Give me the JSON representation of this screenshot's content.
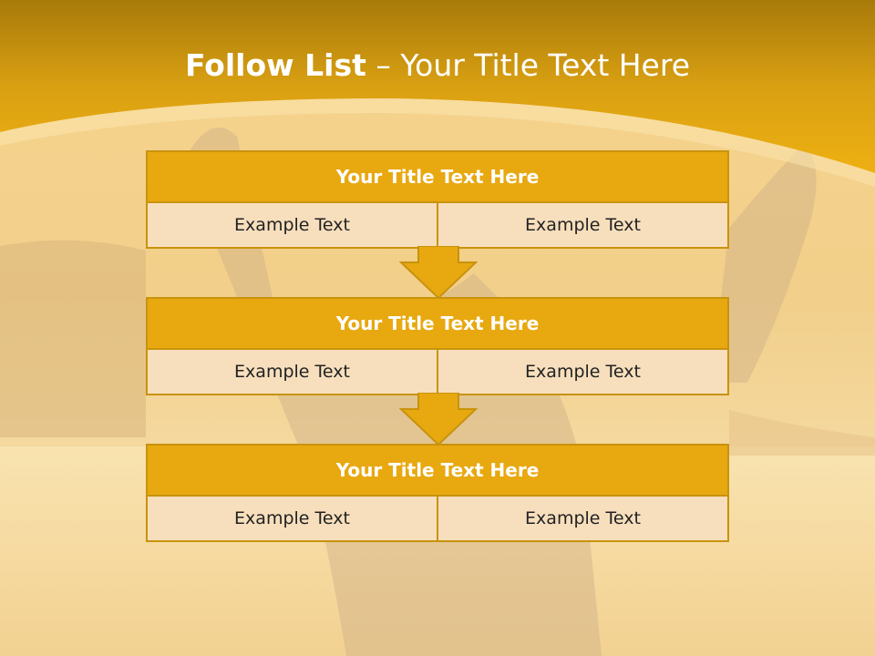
{
  "title": {
    "main": "Follow List",
    "sub": "– Your Title Text Here"
  },
  "steps": [
    {
      "title": "Your Title Text Here",
      "left": "Example Text",
      "right": "Example Text"
    },
    {
      "title": "Your Title Text Here",
      "left": "Example Text",
      "right": "Example Text"
    },
    {
      "title": "Your Title Text Here",
      "left": "Example Text",
      "right": "Example Text"
    }
  ],
  "colors": {
    "header_band": "#e8a810",
    "box_header": "#e8a810",
    "box_cell": "#f7dfbd",
    "border": "#c8930c",
    "arrow": "#e8a810"
  }
}
